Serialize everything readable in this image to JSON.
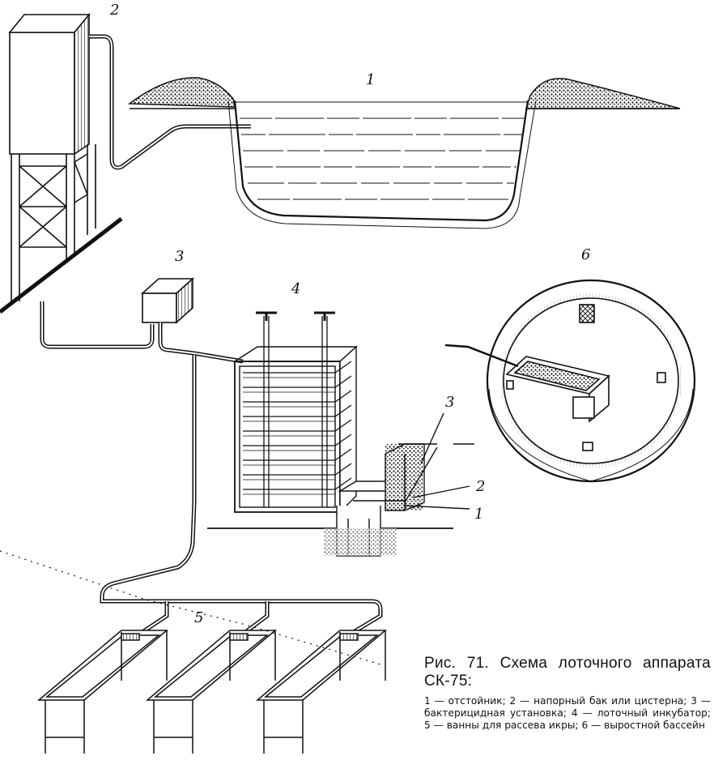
{
  "labels": {
    "settler": "1",
    "tank": "2",
    "bactericidal": "3",
    "incubator": "4",
    "baths": "5",
    "pool": "6",
    "detail_3": "3",
    "detail_2": "2",
    "detail_1": "1"
  },
  "caption": {
    "title": "Рис. 71. Схема лоточного аппарата СК-75:",
    "legend": "1 — отстойник; 2 — напорный бак или цистерна; 3 — бактерицидная установка; 4 — лоточный инкубатор; 5 — ванны для рассева икры; 6 — выростной бассейн"
  }
}
